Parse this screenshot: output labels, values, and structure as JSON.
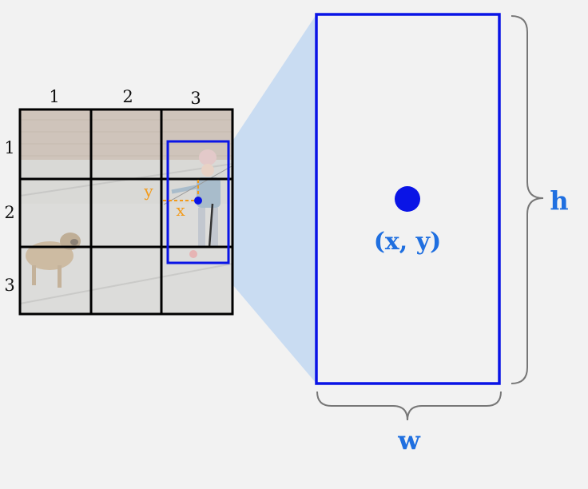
{
  "grid": {
    "col_labels": [
      "1",
      "2",
      "3"
    ],
    "row_labels": [
      "1",
      "2",
      "3"
    ]
  },
  "offset_labels": {
    "x": "x",
    "y": "y"
  },
  "box": {
    "center_label": "(x, y)",
    "width_label": "w",
    "height_label": "h"
  },
  "colors": {
    "box_blue": "#0a14e6",
    "label_blue": "#1f6fe0",
    "offset_orange": "#f29a1a",
    "zoom_fill": "#c9dcf2",
    "grid_line": "#000000",
    "brace_gray": "#777777",
    "background": "#f2f2f2"
  },
  "photo": {
    "subjects": [
      "child-icon",
      "pug-icon"
    ]
  }
}
